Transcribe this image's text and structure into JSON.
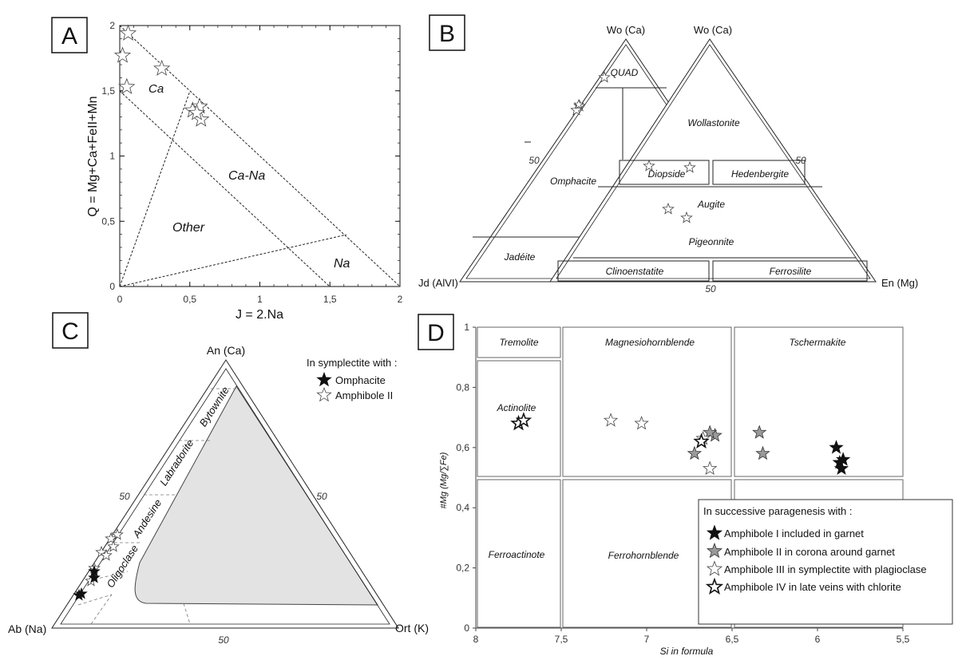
{
  "panels": {
    "A": {
      "letter": "A"
    },
    "B": {
      "letter": "B"
    },
    "C": {
      "letter": "C"
    },
    "D": {
      "letter": "D"
    }
  },
  "chart_data": [
    {
      "panel": "A",
      "type": "scatter",
      "xlabel": "J = 2.Na",
      "ylabel": "Q = Mg+Ca+FeII+Mn",
      "xlim": [
        0,
        2
      ],
      "ylim": [
        0,
        2
      ],
      "xticks": [
        "0",
        "0,5",
        "1",
        "1,5",
        "2"
      ],
      "yticks": [
        "0",
        "0,5",
        "1",
        "1,5",
        "2"
      ],
      "field_labels": [
        "Ca",
        "Ca-Na",
        "Other",
        "Na"
      ],
      "points": [
        {
          "x": 0.06,
          "y": 1.94
        },
        {
          "x": 0.02,
          "y": 1.77
        },
        {
          "x": 0.05,
          "y": 1.53
        },
        {
          "x": 0.3,
          "y": 1.67
        },
        {
          "x": 0.52,
          "y": 1.35
        },
        {
          "x": 0.57,
          "y": 1.38
        },
        {
          "x": 0.58,
          "y": 1.28
        },
        {
          "x": 0.55,
          "y": 1.33
        }
      ]
    },
    {
      "panel": "B",
      "type": "scatter",
      "vertices": {
        "top_left": "Wo (Ca)",
        "top_right": "Wo (Ca)",
        "bottom_left": "Jd (AlVI)",
        "bottom_right": "En (Mg)"
      },
      "scale_marks": [
        "50",
        "50",
        "50"
      ],
      "field_labels": [
        "QUAD",
        "Omphacite",
        "Jadéite",
        "Wollastonite",
        "Diopside",
        "Hedenbergite",
        "Augite",
        "Pigeonnite",
        "Clinoenstatite",
        "Ferrosilite"
      ]
    },
    {
      "panel": "C",
      "type": "scatter",
      "vertices": {
        "top": "An (Ca)",
        "left": "Ab (Na)",
        "right": "Ort (K)"
      },
      "scale_marks": [
        "50",
        "50",
        "50"
      ],
      "field_labels": [
        "Bytownite",
        "Labradorite",
        "Andesine",
        "Oligoclase"
      ],
      "legend": {
        "title": "In symplectite with :",
        "entries": [
          {
            "name": "Omphacite",
            "marker": "filled-star",
            "color": "#111111"
          },
          {
            "name": "Amphibole II",
            "marker": "open-star",
            "color": "#ffffff"
          }
        ]
      }
    },
    {
      "panel": "D",
      "type": "scatter",
      "xlabel": "Si in formula",
      "ylabel": "#Mg (Mg/∑Fe)",
      "xlim": [
        8,
        5.5
      ],
      "ylim": [
        0,
        1
      ],
      "xticks": [
        "8",
        "7,5",
        "7",
        "6,5",
        "6",
        "5,5"
      ],
      "yticks": [
        "0",
        "0,2",
        "0,4",
        "0,6",
        "0,8",
        "1"
      ],
      "field_labels": [
        "Tremolite",
        "Magnesiohornblende",
        "Tschermakite",
        "Actinolite",
        "Ferroactinote",
        "Ferrohornblende"
      ],
      "legend": {
        "title": "In successive paragenesis with :",
        "entries": [
          {
            "name": "Amphibole I included in garnet",
            "marker": "filled-star",
            "color": "#111111"
          },
          {
            "name": "Amphibole II in corona around garnet",
            "marker": "grey-star",
            "color": "#9a9a9a"
          },
          {
            "name": "Amphibole III in symplectite with plagioclase",
            "marker": "open-star",
            "color": "#ffffff"
          },
          {
            "name": "Amphibole IV in late veins with chlorite",
            "marker": "outline-star",
            "color": "#ffffff"
          }
        ]
      },
      "series": [
        {
          "name": "Amphibole I included in garnet",
          "points": [
            {
              "x": 5.89,
              "y": 0.6
            },
            {
              "x": 5.87,
              "y": 0.55
            },
            {
              "x": 5.86,
              "y": 0.53
            },
            {
              "x": 5.85,
              "y": 0.56
            }
          ]
        },
        {
          "name": "Amphibole II in corona around garnet",
          "points": [
            {
              "x": 6.34,
              "y": 0.65
            },
            {
              "x": 6.32,
              "y": 0.58
            },
            {
              "x": 6.6,
              "y": 0.64
            },
            {
              "x": 6.63,
              "y": 0.65
            },
            {
              "x": 6.72,
              "y": 0.58
            }
          ]
        },
        {
          "name": "Amphibole III in symplectite with plagioclase",
          "points": [
            {
              "x": 7.21,
              "y": 0.69
            },
            {
              "x": 7.03,
              "y": 0.68
            },
            {
              "x": 6.67,
              "y": 0.63
            },
            {
              "x": 6.63,
              "y": 0.53
            }
          ]
        },
        {
          "name": "Amphibole IV in late veins with chlorite",
          "points": [
            {
              "x": 7.75,
              "y": 0.68
            },
            {
              "x": 7.72,
              "y": 0.69
            },
            {
              "x": 6.68,
              "y": 0.62
            }
          ]
        }
      ]
    }
  ]
}
